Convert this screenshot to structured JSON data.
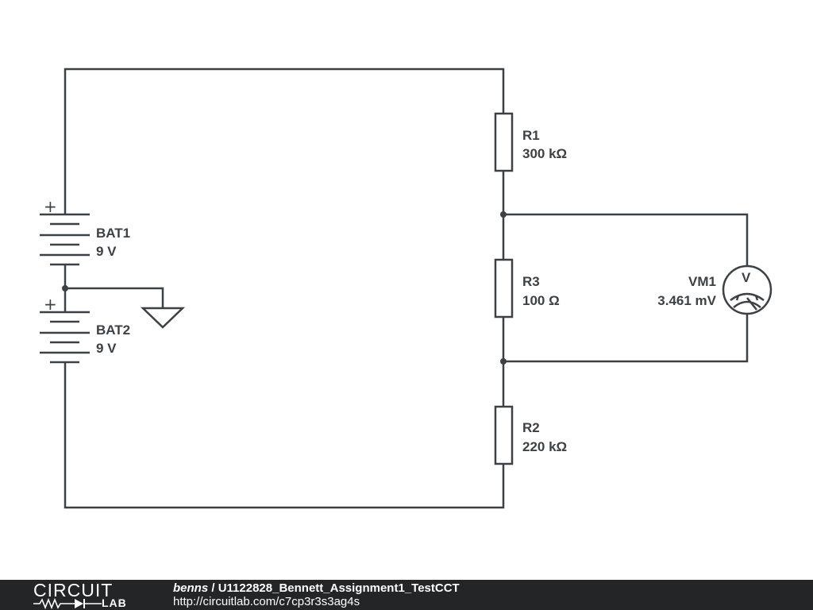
{
  "schematic": {
    "components": {
      "r1": {
        "name": "R1",
        "value": "300 kΩ"
      },
      "r3": {
        "name": "R3",
        "value": "100 Ω"
      },
      "r2": {
        "name": "R2",
        "value": "220 kΩ"
      },
      "bat1": {
        "name": "BAT1",
        "value": "9 V",
        "polarity": "+"
      },
      "bat2": {
        "name": "BAT2",
        "value": "9 V",
        "polarity": "+"
      },
      "vm1": {
        "name": "VM1",
        "value": "3.461 mV",
        "symbol": "V"
      }
    },
    "ground_symbol": "ground-icon",
    "wire_color": "#3c4146"
  },
  "footer": {
    "logo_top": "CIRCUIT",
    "logo_bottom": "LAB",
    "author": "benns",
    "separator": " / ",
    "project": "U1122828_Bennett_Assignment1_TestCCT",
    "url": "http://circuitlab.com/c7cp3r3s3ag4s",
    "background": "#232527"
  }
}
